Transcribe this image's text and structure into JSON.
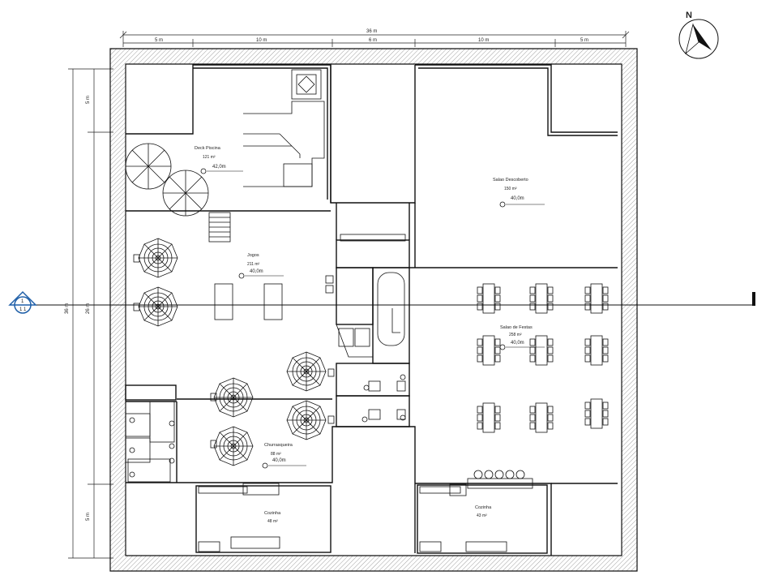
{
  "dimensions": {
    "total_width": "36 m",
    "segments": [
      "5 m",
      "10 m",
      "6 m",
      "10 m",
      "5 m"
    ],
    "total_height_outer": "36 m",
    "total_height_inner": "26 m",
    "vertical_top": "5 m",
    "vertical_bottom": "5 m"
  },
  "north": {
    "letter": "N"
  },
  "section_marker": {
    "top": "1",
    "bottom": "1 1"
  },
  "rooms": [
    {
      "id": "deck",
      "name": "Deck Piscina",
      "area": "121 m²",
      "level": "42,0m"
    },
    {
      "id": "jogos",
      "name": "Jogos",
      "area": "211 m²",
      "level": "40,0m"
    },
    {
      "id": "descoberta",
      "name": "Salao Descoberto",
      "area": "150 m²",
      "level": "40,0m"
    },
    {
      "id": "festas",
      "name": "Salao de Festas",
      "area": "258 m²",
      "level": "40,0m"
    },
    {
      "id": "churrasqueira",
      "name": "Churrasqueira",
      "area": "88 m²",
      "level": "40,0m"
    },
    {
      "id": "cozinha1",
      "name": "Cozinha",
      "area": "48 m²",
      "level": ""
    },
    {
      "id": "cozinha2",
      "name": "Cozinha",
      "area": "43 m²",
      "level": ""
    }
  ],
  "colors": {
    "line": "#111111",
    "hatch": "#555555",
    "marker": "#1f5fa8",
    "paper": "#ffffff"
  }
}
